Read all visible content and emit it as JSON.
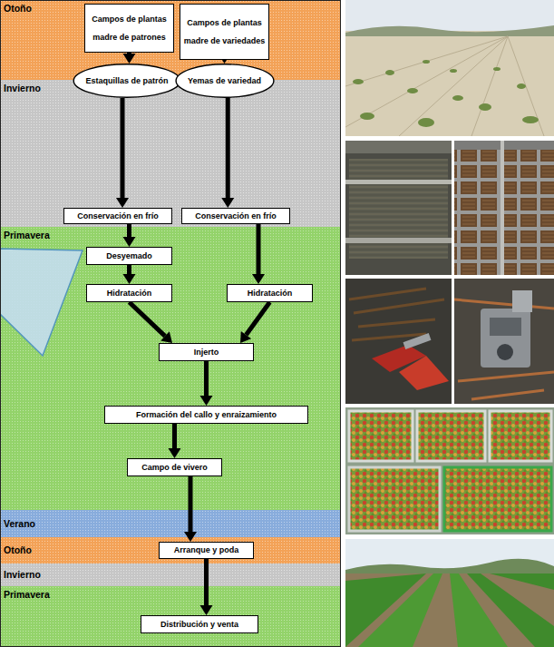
{
  "diagram": {
    "nodes": [
      {
        "text": [
          "Otoño"
        ]
      },
      {
        "text": [
          "Campos de plantas madre de patrones"
        ],
        "in": 0
      },
      {
        "text": [
          "Campos de plantas madre de variedades"
        ],
        "in": 0
      },
      {
        "text": [
          "Estaquillas de patrón"
        ]
      },
      {
        "text": [
          "Yemas de variedad"
        ]
      },
      {
        "text": [
          "Invierno"
        ]
      },
      {
        "text": [
          "Conservación en frío"
        ],
        "in": 5
      },
      {
        "text": [
          "Conservación en frío"
        ],
        "in": 5
      },
      {
        "text": [
          "Primavera"
        ]
      },
      {
        "text": [
          "Desyemado"
        ],
        "in": 8
      },
      {
        "text": [
          "Hidratación"
        ],
        "in": 8
      },
      {
        "text": [
          "Hidratación"
        ],
        "in": 8
      },
      {
        "text": [
          "Injerto"
        ],
        "in": 8
      },
      {
        "text": [
          "Formación del callo y enraizamiento"
        ],
        "in": 8
      },
      {
        "text": [
          "Campo de vivero"
        ],
        "in": 8
      },
      {
        "text": [
          "Verano"
        ]
      },
      {
        "text": [
          "Otoño"
        ]
      },
      {
        "text": [
          "Arranque y poda"
        ],
        "in": 16
      },
      {
        "text": [
          "Invierno"
        ]
      },
      {
        "text": [
          "Primavera"
        ]
      },
      {
        "text": [
          "Distribución y venta"
        ],
        "in": 19
      }
    ],
    "edges": [
      {
        "from": 1,
        "to": 3,
        "arrow": "to"
      },
      {
        "from": 2,
        "to": 4,
        "arrow": "to"
      },
      {
        "from": 3,
        "to": 6,
        "arrow": "to"
      },
      {
        "from": 4,
        "to": 7,
        "arrow": "to"
      },
      {
        "from": 6,
        "to": 9,
        "arrow": "to"
      },
      {
        "from": 9,
        "to": 10,
        "arrow": "to"
      },
      {
        "from": 7,
        "to": 11,
        "arrow": "to"
      },
      {
        "from": 10,
        "to": 12,
        "arrow": "to"
      },
      {
        "from": 11,
        "to": 12,
        "arrow": "to"
      },
      {
        "from": 12,
        "to": 13,
        "arrow": "to"
      },
      {
        "from": 13,
        "to": 14,
        "arrow": "to"
      },
      {
        "from": 14,
        "to": 17,
        "arrow": "to"
      },
      {
        "from": 17,
        "to": 20,
        "arrow": "to"
      }
    ]
  }
}
